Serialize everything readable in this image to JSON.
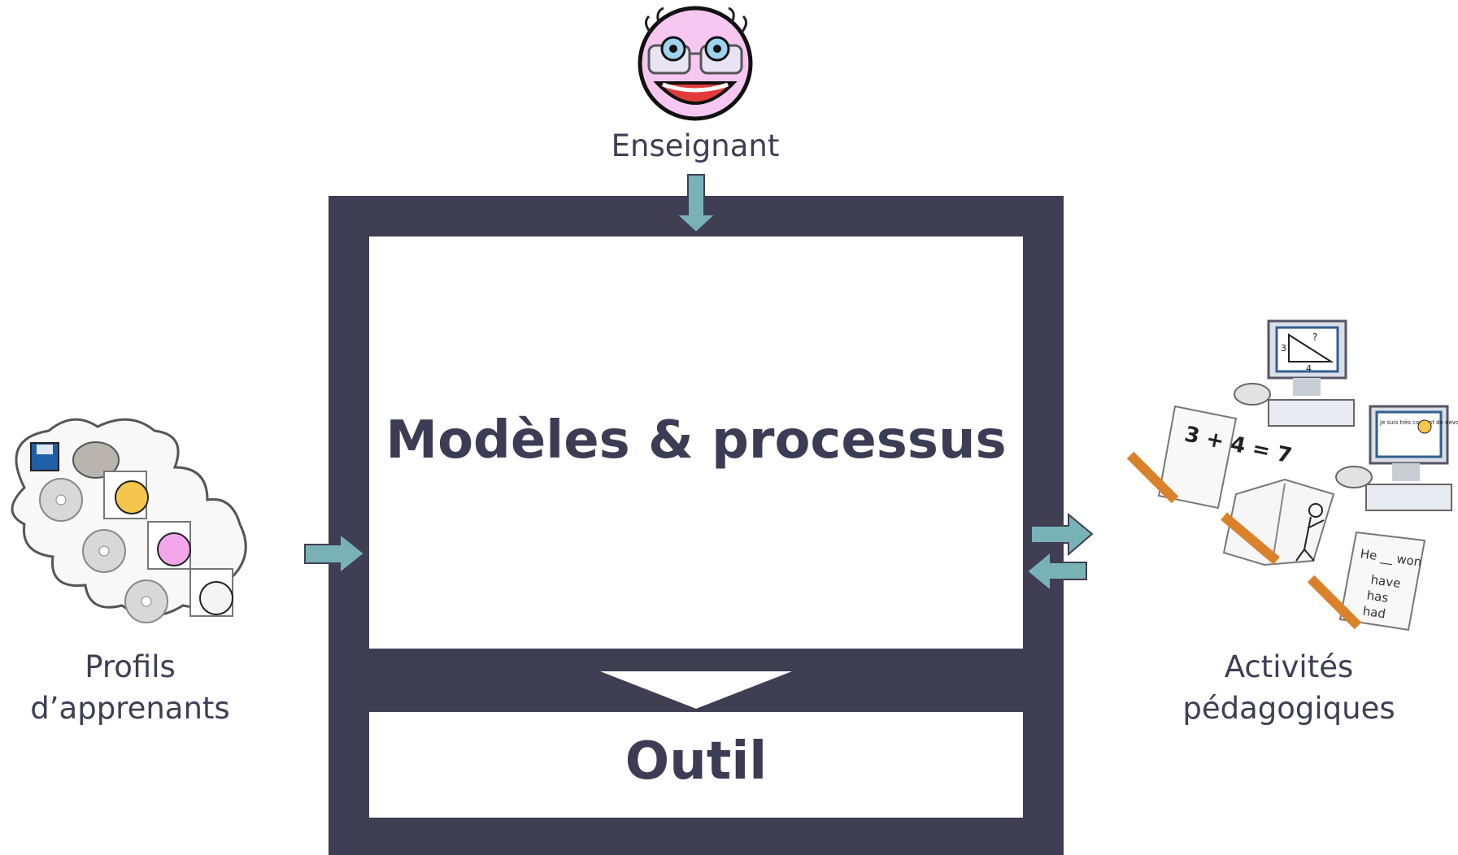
{
  "labels": {
    "teacher": "Enseignant",
    "profiles_line1": "Profils",
    "profiles_line2": "d’apprenants",
    "activities_line1": "Activités",
    "activities_line2": "pédagogiques",
    "main_box": "Modèles & processus",
    "tool_box": "Outil"
  },
  "illustration_text": {
    "math_sheet": "3 + 4 = 7",
    "triangle_top": "?",
    "triangle_left": "3",
    "triangle_bottom": "4",
    "screen_text": "Je suis très content de devoir jouer avec cet ordinateur.",
    "quiz_sentence": "He __ won",
    "quiz_opt1": "have",
    "quiz_opt2": "has",
    "quiz_opt3": "had"
  },
  "colors": {
    "frame": "#3f3e53",
    "arrow_fill": "#79b2b6",
    "arrow_stroke": "#3f3e53",
    "text": "#3c3f55"
  }
}
